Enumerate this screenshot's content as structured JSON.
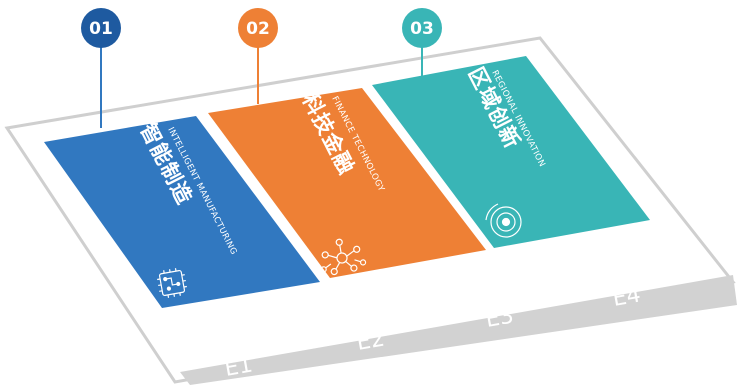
{
  "colors": {
    "blue": "#3178c0",
    "blue_pin": "#1e5aa0",
    "orange": "#ee8035",
    "teal": "#39b5b6",
    "platform_edge": "#cfcfcf",
    "zone_bar": "#d4d4d4"
  },
  "cards": [
    {
      "number": "01",
      "cn_title": "智能制造",
      "en_title": "INTELLIGENT MANUFACTURING",
      "icon": "chip-icon"
    },
    {
      "number": "02",
      "cn_title": "科技金融",
      "en_title": "FINANCE TECHNOLOGY",
      "icon": "network-icon"
    },
    {
      "number": "03",
      "cn_title": "区域创新",
      "en_title": "REGIONAL INNOVATION",
      "icon": "target-icon"
    }
  ],
  "zones": [
    "E1",
    "E2",
    "E3",
    "E4"
  ]
}
